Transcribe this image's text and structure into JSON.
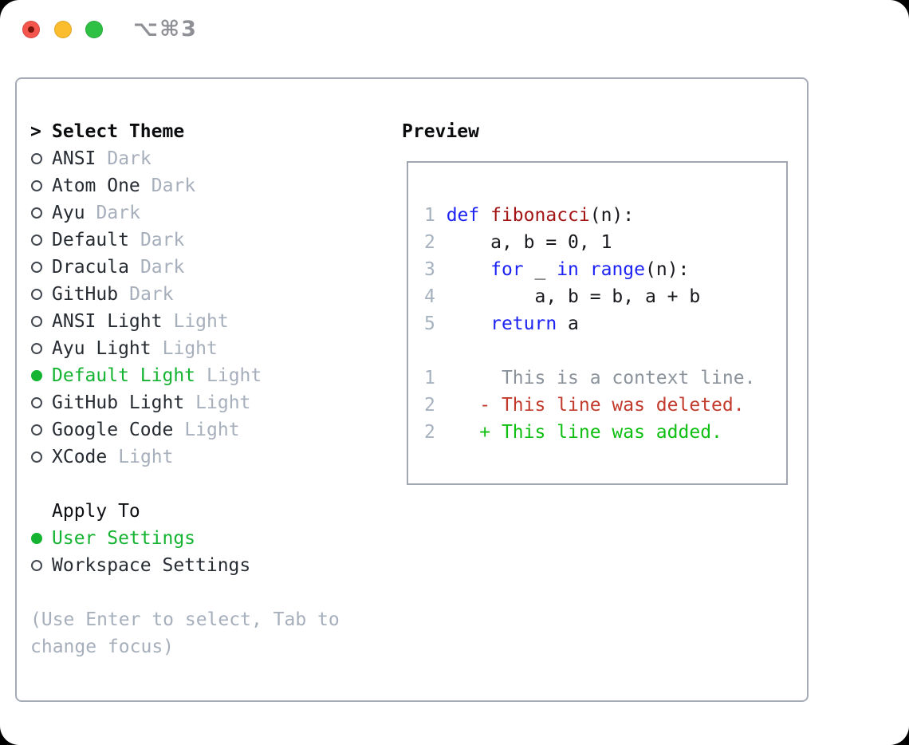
{
  "titlebar": {
    "title": "⌥⌘3",
    "traffic_light_colors": {
      "close": "#f4564e",
      "minimize": "#fbbd2d",
      "zoom": "#2fc144"
    }
  },
  "colors": {
    "selection_green": "#14b331",
    "keyword_blue": "#1d23f3",
    "function_red": "#a31515",
    "deleted_red": "#c23a2c",
    "added_green": "#0fbf12",
    "muted_gray": "#a6afbb",
    "panel_border": "#a6acb6"
  },
  "selector": {
    "prompt": ">",
    "title": "Select Theme",
    "items": [
      {
        "label": "ANSI",
        "tag": "Dark",
        "selected": false
      },
      {
        "label": "Atom One",
        "tag": "Dark",
        "selected": false
      },
      {
        "label": "Ayu",
        "tag": "Dark",
        "selected": false
      },
      {
        "label": "Default",
        "tag": "Dark",
        "selected": false
      },
      {
        "label": "Dracula",
        "tag": "Dark",
        "selected": false
      },
      {
        "label": "GitHub",
        "tag": "Dark",
        "selected": false
      },
      {
        "label": "ANSI Light",
        "tag": "Light",
        "selected": false
      },
      {
        "label": "Ayu Light",
        "tag": "Light",
        "selected": false
      },
      {
        "label": "Default Light",
        "tag": "Light",
        "selected": true
      },
      {
        "label": "GitHub Light",
        "tag": "Light",
        "selected": false
      },
      {
        "label": "Google Code",
        "tag": "Light",
        "selected": false
      },
      {
        "label": "XCode",
        "tag": "Light",
        "selected": false
      }
    ],
    "apply_to": {
      "title": "Apply To",
      "options": [
        {
          "label": "User Settings",
          "selected": true
        },
        {
          "label": "Workspace Settings",
          "selected": false
        }
      ]
    },
    "hint_lines": [
      "(Use Enter to select, Tab to",
      "change focus)"
    ]
  },
  "preview": {
    "title": "Preview",
    "lines": [
      {
        "segments": [
          {
            "text": "1 ",
            "style": "ln"
          },
          {
            "text": "def",
            "style": "kw"
          },
          {
            "text": " ",
            "style": "pl"
          },
          {
            "text": "fibonacci",
            "style": "fn"
          },
          {
            "text": "(n):",
            "style": "pl"
          }
        ]
      },
      {
        "segments": [
          {
            "text": "2 ",
            "style": "ln"
          },
          {
            "text": "    a, b = 0, 1",
            "style": "pl"
          }
        ]
      },
      {
        "segments": [
          {
            "text": "3 ",
            "style": "ln"
          },
          {
            "text": "    ",
            "style": "pl"
          },
          {
            "text": "for",
            "style": "kw"
          },
          {
            "text": " _ ",
            "style": "pl"
          },
          {
            "text": "in",
            "style": "kw"
          },
          {
            "text": " ",
            "style": "pl"
          },
          {
            "text": "range",
            "style": "kw"
          },
          {
            "text": "(n):",
            "style": "pl"
          }
        ]
      },
      {
        "segments": [
          {
            "text": "4 ",
            "style": "ln"
          },
          {
            "text": "        a, b = b, a + b",
            "style": "pl"
          }
        ]
      },
      {
        "segments": [
          {
            "text": "5 ",
            "style": "ln"
          },
          {
            "text": "    ",
            "style": "pl"
          },
          {
            "text": "return",
            "style": "kw"
          },
          {
            "text": " a",
            "style": "pl"
          }
        ]
      },
      {
        "segments": []
      },
      {
        "segments": [
          {
            "text": "1",
            "style": "ln"
          },
          {
            "text": "      This is a context line.",
            "style": "ctx"
          }
        ]
      },
      {
        "segments": [
          {
            "text": "2",
            "style": "ln"
          },
          {
            "text": "    - This line was deleted.",
            "style": "del"
          }
        ]
      },
      {
        "segments": [
          {
            "text": "2",
            "style": "ln"
          },
          {
            "text": "    + This line was added.",
            "style": "add"
          }
        ]
      }
    ]
  }
}
